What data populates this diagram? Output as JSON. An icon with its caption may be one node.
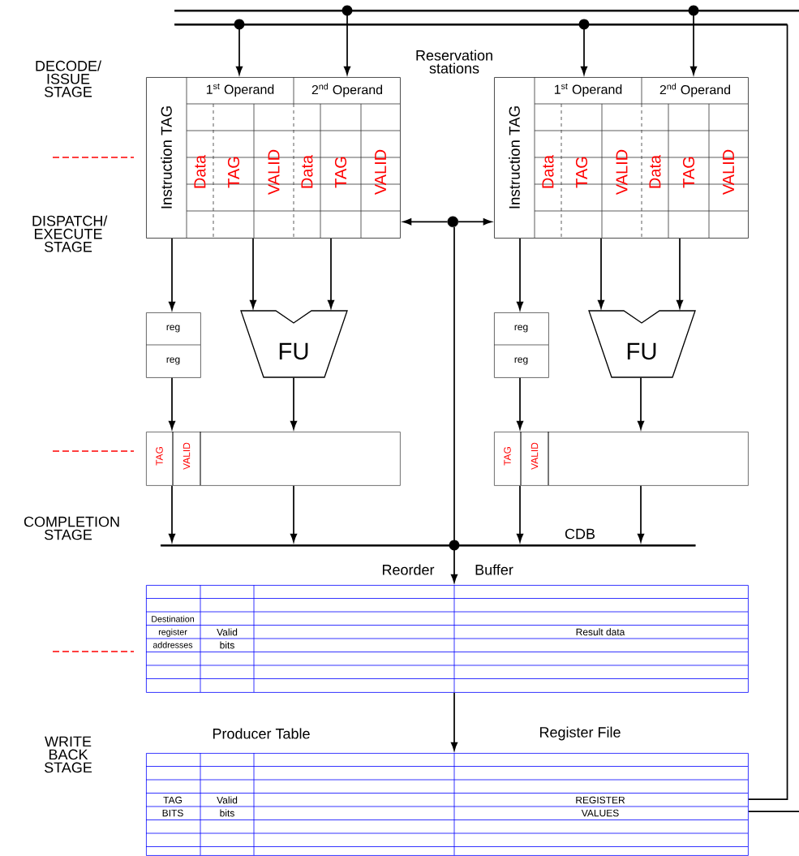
{
  "diagram": {
    "nodes": [
      {
        "text": [],
        "shape": "bar"
      },
      {
        "text": [],
        "shape": "bar"
      },
      {
        "text": [
          "Instruction TAG",
          "1$^{st}$ Operand",
          "2$^{nd}$ Operand",
          "Data",
          "TAG",
          "VALID",
          "Data",
          "TAG",
          "VALID"
        ]
      },
      {
        "text": [
          "Instruction TAG",
          "1$^{st}$ Operand",
          "2$^{nd}$ Operand",
          "Data",
          "TAG",
          "VALID",
          "Data",
          "TAG",
          "VALID"
        ]
      },
      {
        "text": [
          "reg",
          "reg"
        ]
      },
      {
        "text": [
          "FU"
        ]
      },
      {
        "text": [
          "TAG",
          "VALID"
        ]
      },
      {
        "text": [
          "reg",
          "reg"
        ]
      },
      {
        "text": [
          "FU"
        ]
      },
      {
        "text": [
          "TAG",
          "VALID"
        ]
      },
      {
        "text": [],
        "shape": "bar",
        "beside": [
          "CDB"
        ]
      },
      {
        "text": [
          "Destination register addresses",
          "Valid bits",
          "Result data"
        ]
      },
      {
        "text": [
          "TAG BITS",
          "Valid bits",
          "REGISTER VALUES"
        ]
      },
      {
        "text": [],
        "shape": "circle"
      }
    ],
    "edges": [
      {
        "from": 1,
        "to": 2,
        "arrow": "to"
      },
      {
        "from": 0,
        "to": 2,
        "arrow": "to"
      },
      {
        "from": 1,
        "to": 3,
        "arrow": "to"
      },
      {
        "from": 0,
        "to": 3,
        "arrow": "to"
      },
      {
        "from": 2,
        "to": 4,
        "arrow": "to"
      },
      {
        "from": 2,
        "to": 5,
        "arrow": "to"
      },
      {
        "from": 2,
        "to": 5,
        "arrow": "to"
      },
      {
        "from": 3,
        "to": 7,
        "arrow": "to"
      },
      {
        "from": 3,
        "to": 8,
        "arrow": "to"
      },
      {
        "from": 3,
        "to": 8,
        "arrow": "to"
      },
      {
        "from": 4,
        "to": 6,
        "arrow": "to"
      },
      {
        "from": 5,
        "to": 6,
        "arrow": "to"
      },
      {
        "from": 7,
        "to": 9,
        "arrow": "to"
      },
      {
        "from": 8,
        "to": 9,
        "arrow": "to"
      },
      {
        "from": 6,
        "to": 10,
        "arrow": "to"
      },
      {
        "from": 6,
        "to": 10,
        "arrow": "to"
      },
      {
        "from": 9,
        "to": 10,
        "arrow": "to"
      },
      {
        "from": 9,
        "to": 10,
        "arrow": "to"
      },
      {
        "from": 10,
        "to": 13,
        "arrow": "none"
      },
      {
        "from": 13,
        "to": 2,
        "arrow": "to"
      },
      {
        "from": 13,
        "to": 3,
        "arrow": "to"
      },
      {
        "from": 10,
        "to": 11,
        "arrow": "to"
      },
      {
        "from": 11,
        "to": 12,
        "arrow": "to"
      },
      {
        "from": 12,
        "to": 1,
        "arrow": "none"
      },
      {
        "from": 12,
        "to": null,
        "arrow": "none"
      }
    ],
    "labels": [
      "DECODE/ ISSUE STAGE",
      "Reservation stations",
      "DISPATCH/ EXECUTE STAGE",
      "COMPLETION STAGE",
      "Reorder",
      "Buffer",
      "WRITE BACK STAGE",
      "Producer Table",
      "Register File"
    ]
  }
}
